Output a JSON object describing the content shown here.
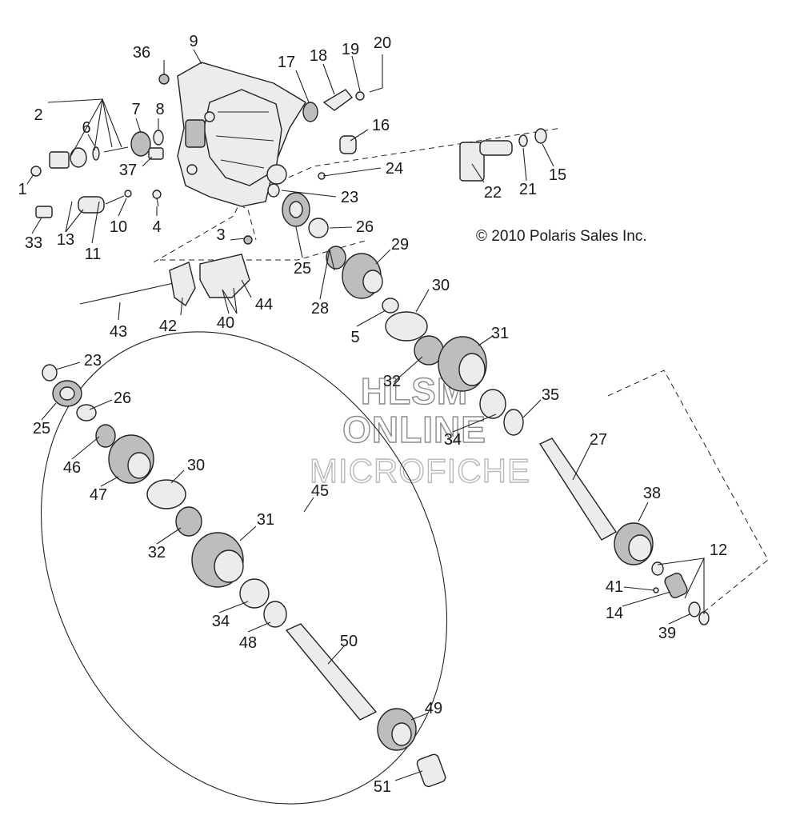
{
  "copyright": "© 2010 Polaris Sales Inc.",
  "watermark": [
    "HLSM",
    "ONLINE",
    "MICROFICHE"
  ],
  "callouts": [
    {
      "id": "c-36",
      "text": "36"
    },
    {
      "id": "c-9",
      "text": "9"
    },
    {
      "id": "c-17",
      "text": "17"
    },
    {
      "id": "c-18",
      "text": "18"
    },
    {
      "id": "c-19",
      "text": "19"
    },
    {
      "id": "c-20",
      "text": "20"
    },
    {
      "id": "c-2",
      "text": "2"
    },
    {
      "id": "c-7",
      "text": "7"
    },
    {
      "id": "c-8",
      "text": "8"
    },
    {
      "id": "c-6",
      "text": "6"
    },
    {
      "id": "c-16",
      "text": "16"
    },
    {
      "id": "c-37",
      "text": "37"
    },
    {
      "id": "c-1",
      "text": "1"
    },
    {
      "id": "c-24",
      "text": "24"
    },
    {
      "id": "c-22",
      "text": "22"
    },
    {
      "id": "c-21",
      "text": "21"
    },
    {
      "id": "c-15",
      "text": "15"
    },
    {
      "id": "c-23a",
      "text": "23"
    },
    {
      "id": "c-33",
      "text": "33"
    },
    {
      "id": "c-13",
      "text": "13"
    },
    {
      "id": "c-10",
      "text": "10"
    },
    {
      "id": "c-4",
      "text": "4"
    },
    {
      "id": "c-11",
      "text": "11"
    },
    {
      "id": "c-3",
      "text": "3"
    },
    {
      "id": "c-26a",
      "text": "26"
    },
    {
      "id": "c-29",
      "text": "29"
    },
    {
      "id": "c-25a",
      "text": "25"
    },
    {
      "id": "c-28",
      "text": "28"
    },
    {
      "id": "c-30a",
      "text": "30"
    },
    {
      "id": "c-44",
      "text": "44"
    },
    {
      "id": "c-43",
      "text": "43"
    },
    {
      "id": "c-42",
      "text": "42"
    },
    {
      "id": "c-40",
      "text": "40"
    },
    {
      "id": "c-5",
      "text": "5"
    },
    {
      "id": "c-31a",
      "text": "31"
    },
    {
      "id": "c-23b",
      "text": "23"
    },
    {
      "id": "c-32a",
      "text": "32"
    },
    {
      "id": "c-26b",
      "text": "26"
    },
    {
      "id": "c-25b",
      "text": "25"
    },
    {
      "id": "c-35",
      "text": "35"
    },
    {
      "id": "c-34a",
      "text": "34"
    },
    {
      "id": "c-27",
      "text": "27"
    },
    {
      "id": "c-46",
      "text": "46"
    },
    {
      "id": "c-30b",
      "text": "30"
    },
    {
      "id": "c-47",
      "text": "47"
    },
    {
      "id": "c-45",
      "text": "45"
    },
    {
      "id": "c-38",
      "text": "38"
    },
    {
      "id": "c-31b",
      "text": "31"
    },
    {
      "id": "c-32b",
      "text": "32"
    },
    {
      "id": "c-12",
      "text": "12"
    },
    {
      "id": "c-41",
      "text": "41"
    },
    {
      "id": "c-14",
      "text": "14"
    },
    {
      "id": "c-34b",
      "text": "34"
    },
    {
      "id": "c-39",
      "text": "39"
    },
    {
      "id": "c-48",
      "text": "48"
    },
    {
      "id": "c-50",
      "text": "50"
    },
    {
      "id": "c-49",
      "text": "49"
    },
    {
      "id": "c-51",
      "text": "51"
    }
  ]
}
